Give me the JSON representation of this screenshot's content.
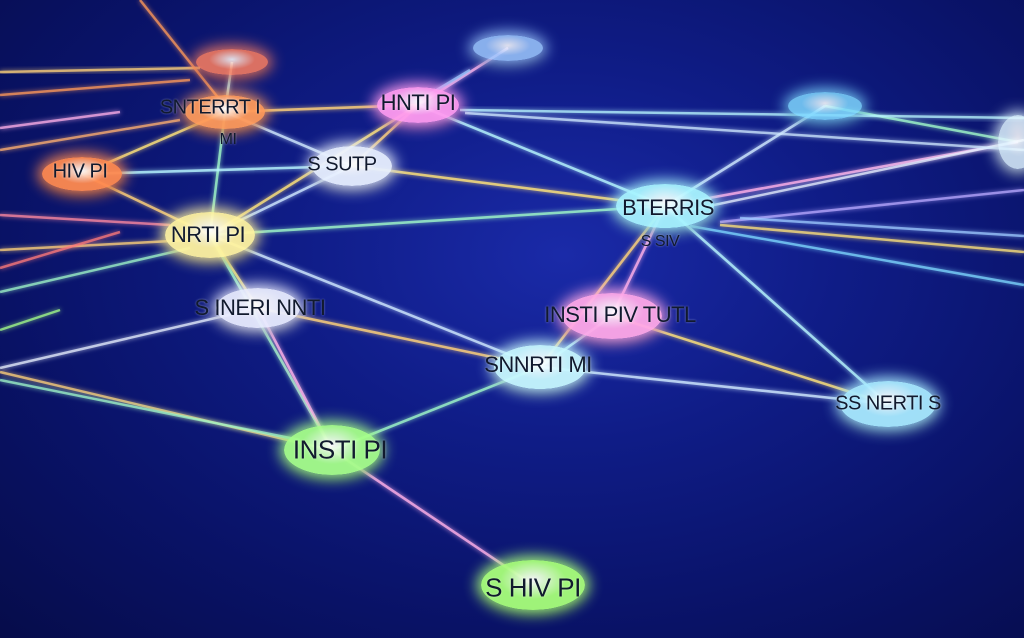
{
  "scene": {
    "description_tag": "network-graph-illustration",
    "background_color": "#0b1677"
  },
  "nodes": [
    {
      "id": "n1",
      "label": "SNTERRT I",
      "color": "#ff9a5a"
    },
    {
      "id": "n2",
      "label": "HNTI PI",
      "color": "#ff9bf0"
    },
    {
      "id": "n3",
      "label": "",
      "color": "#ff8060"
    },
    {
      "id": "n4",
      "label": "",
      "color": "#9ec9ff"
    },
    {
      "id": "n5",
      "label": "",
      "color": "#7fd8ff"
    },
    {
      "id": "n6",
      "label": "",
      "color": "#dff4ff"
    },
    {
      "id": "n7",
      "label": "HIV PI",
      "color": "#ff8a50"
    },
    {
      "id": "n8",
      "label": "S SUTP",
      "color": "#e8f0ff"
    },
    {
      "id": "n9",
      "label": "BTERRIS",
      "color": "#a8f4ff"
    },
    {
      "id": "n10",
      "label": "NRTI PI",
      "color": "#fff3a0"
    },
    {
      "id": "n11",
      "label": "S INERI NNTI",
      "color": "#e9ecff"
    },
    {
      "id": "n12",
      "label": "INSTI PIV TUTL",
      "color": "#ffa8e8"
    },
    {
      "id": "n13",
      "label": "SNNRTI MI",
      "color": "#c8f8ff"
    },
    {
      "id": "n14",
      "label": "SS NERTI S",
      "color": "#a8eaff"
    },
    {
      "id": "n15",
      "label": "INSTI PI",
      "color": "#a6ff8a"
    },
    {
      "id": "n16",
      "label": "S HIV PI",
      "color": "#a8ff7a"
    }
  ],
  "sublabels": [
    {
      "id": "s1",
      "label": "MI"
    },
    {
      "id": "s2",
      "label": "S SIV"
    }
  ],
  "edges": [
    [
      "n1",
      "n2"
    ],
    [
      "n1",
      "n3"
    ],
    [
      "n1",
      "n7"
    ],
    [
      "n1",
      "n8"
    ],
    [
      "n1",
      "n10"
    ],
    [
      "n2",
      "n4"
    ],
    [
      "n2",
      "n8"
    ],
    [
      "n2",
      "n9"
    ],
    [
      "n2",
      "n10"
    ],
    [
      "n5",
      "n9"
    ],
    [
      "n5",
      "n6"
    ],
    [
      "n6",
      "n9"
    ],
    [
      "n7",
      "n10"
    ],
    [
      "n7",
      "n8"
    ],
    [
      "n8",
      "n9"
    ],
    [
      "n8",
      "n10"
    ],
    [
      "n9",
      "n10"
    ],
    [
      "n9",
      "n12"
    ],
    [
      "n9",
      "n13"
    ],
    [
      "n9",
      "n14"
    ],
    [
      "n10",
      "n11"
    ],
    [
      "n10",
      "n13"
    ],
    [
      "n10",
      "n15"
    ],
    [
      "n11",
      "n15"
    ],
    [
      "n11",
      "n13"
    ],
    [
      "n12",
      "n13"
    ],
    [
      "n12",
      "n14"
    ],
    [
      "n13",
      "n14"
    ],
    [
      "n13",
      "n15"
    ],
    [
      "n15",
      "n16"
    ]
  ],
  "edge_colors": [
    "#ffd27a",
    "#b8f6ff",
    "#ffe37a",
    "#cfe8ff",
    "#9ff6c8",
    "#ffb0e8"
  ]
}
